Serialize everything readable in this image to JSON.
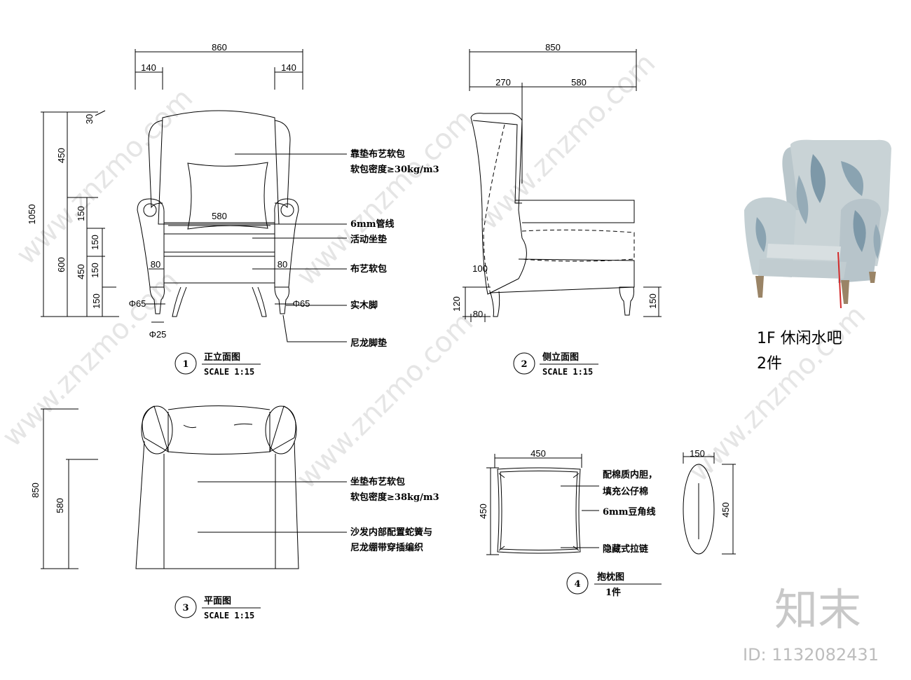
{
  "views": {
    "front": {
      "number": "1",
      "title": "正立面图",
      "scale": "SCALE 1:15"
    },
    "side": {
      "number": "2",
      "title": "侧立面图",
      "scale": "SCALE 1:15"
    },
    "plan": {
      "number": "3",
      "title": "平面图",
      "scale": "SCALE 1:15"
    },
    "pillow": {
      "number": "4",
      "title": "抱枕图",
      "count": "1件"
    }
  },
  "front_dims": {
    "overall_width": "860",
    "arm_left": "140",
    "arm_right": "140",
    "seat_width": "580",
    "arm_face_left": "80",
    "arm_face_right": "80",
    "leg_dia_left": "Φ65",
    "leg_dia_right": "Φ65",
    "foot_dia": "Φ25",
    "total_height": "1050",
    "top_30": "30",
    "back_450": "450",
    "seat_600": "600",
    "v150_a": "150",
    "v450": "450",
    "v150_b": "150",
    "v150_c": "150",
    "v150_d": "150"
  },
  "front_notes": {
    "n1_line1": "靠垫布艺软包",
    "n1_line2": "软包密度≥30kg/m3",
    "n2": "6mm管线",
    "n3": "活动坐垫",
    "n4": "布艺软包",
    "n5": "实木脚",
    "n6": "尼龙脚垫"
  },
  "side_dims": {
    "overall_depth": "850",
    "back_depth": "270",
    "seat_depth": "580",
    "v100": "100",
    "v120": "120",
    "h80": "80",
    "leg_150": "150"
  },
  "plan_dims": {
    "depth_850": "850",
    "depth_580": "580"
  },
  "plan_notes": {
    "n1_line1": "坐垫布艺软包",
    "n1_line2": "软包密度≥38kg/m3",
    "n2_line1": "沙发内部配置蛇簧与",
    "n2_line2": "尼龙绷带穿插编织"
  },
  "pillow_dims": {
    "width": "450",
    "height": "450",
    "thickness": "150",
    "side_height": "450"
  },
  "pillow_notes": {
    "n1_line1": "配棉质内胆，",
    "n1_line2": "填充公仔棉",
    "n2": "6mm豆角线",
    "n3": "隐藏式拉链"
  },
  "product": {
    "line1": "1F 休闲水吧",
    "line2": "2件"
  },
  "watermark": {
    "brand": "知末",
    "id": "ID: 1132082431",
    "site": "www.znzmo.com"
  },
  "colors": {
    "fabric_base": "#c9d3d6",
    "leaf": "#7d98a8",
    "wood": "#9a8466",
    "accent": "#d22a2a"
  }
}
